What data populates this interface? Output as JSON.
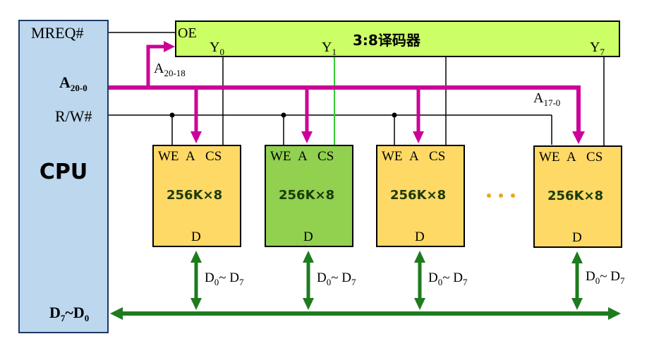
{
  "cpu": {
    "title": "CPU",
    "mreq": "MREQ#",
    "addr_main": "A",
    "addr_sub": "20-0",
    "rw": "R/W#",
    "data_main_a": "D",
    "data_sub_a": "7",
    "data_tilde": "~",
    "data_main_b": "D",
    "data_sub_b": "0"
  },
  "decoder": {
    "title": "3:8译码器",
    "oe": "OE",
    "y0_main": "Y",
    "y0_sub": "0",
    "y1_main": "Y",
    "y1_sub": "1",
    "y7_main": "Y",
    "y7_sub": "7"
  },
  "bus_labels": {
    "a_high_main": "A",
    "a_high_sub": "20-18",
    "a_low_main": "A",
    "a_low_sub": "17-0"
  },
  "chips": [
    {
      "we": "WE",
      "a": "A",
      "cs": "CS",
      "caption": "256K×8",
      "d": "D",
      "bus_main_a": "D",
      "bus_sub_a": "0",
      "bus_tilde": "~ ",
      "bus_main_b": "D",
      "bus_sub_b": "7"
    },
    {
      "we": "WE",
      "a": "A",
      "cs": "CS",
      "caption": "256K×8",
      "d": "D",
      "bus_main_a": "D",
      "bus_sub_a": "0",
      "bus_tilde": "~ ",
      "bus_main_b": "D",
      "bus_sub_b": "7"
    },
    {
      "we": "WE",
      "a": "A",
      "cs": "CS",
      "caption": "256K×8",
      "d": "D",
      "bus_main_a": "D",
      "bus_sub_a": "0",
      "bus_tilde": "~ ",
      "bus_main_b": "D",
      "bus_sub_b": "7"
    },
    {
      "we": "WE",
      "a": "A",
      "cs": "CS",
      "caption": "256K×8",
      "d": "D",
      "bus_main_a": "D",
      "bus_sub_a": "0",
      "bus_tilde": "~ ",
      "bus_main_b": "D",
      "bus_sub_b": "7"
    }
  ],
  "colors": {
    "address_bus": "#cc0099",
    "data_bus": "#1e7b1e",
    "selected_line": "#33cc33",
    "chip_fill": "#ffd966",
    "chip_selected_fill": "#92d050",
    "decoder_fill": "#ccff66",
    "cpu_fill": "#bdd7ee",
    "ellipsis_dots": "#e6a817"
  }
}
